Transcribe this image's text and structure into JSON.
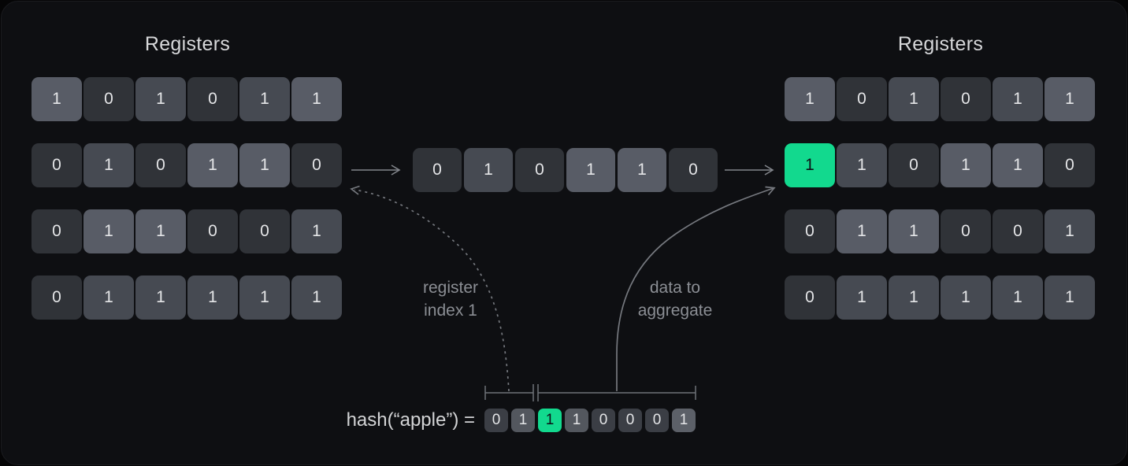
{
  "titles": {
    "left": "Registers",
    "right": "Registers"
  },
  "left_registers": {
    "rows": [
      [
        {
          "v": "1",
          "tone": "light"
        },
        {
          "v": "0",
          "tone": "dark"
        },
        {
          "v": "1",
          "tone": "mid"
        },
        {
          "v": "0",
          "tone": "dark"
        },
        {
          "v": "1",
          "tone": "mid"
        },
        {
          "v": "1",
          "tone": "light"
        }
      ],
      [
        {
          "v": "0",
          "tone": "dark"
        },
        {
          "v": "1",
          "tone": "mid"
        },
        {
          "v": "0",
          "tone": "dark"
        },
        {
          "v": "1",
          "tone": "light"
        },
        {
          "v": "1",
          "tone": "light"
        },
        {
          "v": "0",
          "tone": "dark"
        }
      ],
      [
        {
          "v": "0",
          "tone": "dark"
        },
        {
          "v": "1",
          "tone": "light"
        },
        {
          "v": "1",
          "tone": "light"
        },
        {
          "v": "0",
          "tone": "dark"
        },
        {
          "v": "0",
          "tone": "dark"
        },
        {
          "v": "1",
          "tone": "mid"
        }
      ],
      [
        {
          "v": "0",
          "tone": "dark"
        },
        {
          "v": "1",
          "tone": "mid"
        },
        {
          "v": "1",
          "tone": "mid"
        },
        {
          "v": "1",
          "tone": "mid"
        },
        {
          "v": "1",
          "tone": "mid"
        },
        {
          "v": "1",
          "tone": "mid"
        }
      ]
    ]
  },
  "hashed_row": {
    "cells": [
      {
        "v": "0",
        "tone": "dark"
      },
      {
        "v": "1",
        "tone": "mid"
      },
      {
        "v": "0",
        "tone": "dark"
      },
      {
        "v": "1",
        "tone": "light"
      },
      {
        "v": "1",
        "tone": "light"
      },
      {
        "v": "0",
        "tone": "dark"
      }
    ]
  },
  "right_registers": {
    "rows": [
      [
        {
          "v": "1",
          "tone": "light"
        },
        {
          "v": "0",
          "tone": "dark"
        },
        {
          "v": "1",
          "tone": "mid"
        },
        {
          "v": "0",
          "tone": "dark"
        },
        {
          "v": "1",
          "tone": "mid"
        },
        {
          "v": "1",
          "tone": "light"
        }
      ],
      [
        {
          "v": "1",
          "tone": "green"
        },
        {
          "v": "1",
          "tone": "mid"
        },
        {
          "v": "0",
          "tone": "dark"
        },
        {
          "v": "1",
          "tone": "light"
        },
        {
          "v": "1",
          "tone": "light"
        },
        {
          "v": "0",
          "tone": "dark"
        }
      ],
      [
        {
          "v": "0",
          "tone": "dark"
        },
        {
          "v": "1",
          "tone": "light"
        },
        {
          "v": "1",
          "tone": "light"
        },
        {
          "v": "0",
          "tone": "dark"
        },
        {
          "v": "0",
          "tone": "dark"
        },
        {
          "v": "1",
          "tone": "mid"
        }
      ],
      [
        {
          "v": "0",
          "tone": "dark"
        },
        {
          "v": "1",
          "tone": "mid"
        },
        {
          "v": "1",
          "tone": "mid"
        },
        {
          "v": "1",
          "tone": "mid"
        },
        {
          "v": "1",
          "tone": "mid"
        },
        {
          "v": "1",
          "tone": "mid"
        }
      ]
    ]
  },
  "annotations": {
    "register_index": {
      "lines": [
        "register",
        "index 1"
      ]
    },
    "data_aggregate": {
      "lines": [
        "data to",
        "aggregate"
      ]
    }
  },
  "hash_expression": {
    "prefix": "hash(“apple”) =",
    "bits": [
      {
        "v": "0",
        "tone": "dark"
      },
      {
        "v": "1",
        "tone": "mid"
      },
      {
        "v": "1",
        "tone": "green"
      },
      {
        "v": "1",
        "tone": "mid"
      },
      {
        "v": "0",
        "tone": "dark"
      },
      {
        "v": "0",
        "tone": "dark"
      },
      {
        "v": "0",
        "tone": "dark"
      },
      {
        "v": "1",
        "tone": "light"
      }
    ]
  },
  "colors": {
    "accent_green": "#12d98e",
    "cell_dark": "#303338",
    "cell_mid": "#464a52",
    "cell_light": "#585c66",
    "arrow_gray": "#82858b"
  }
}
